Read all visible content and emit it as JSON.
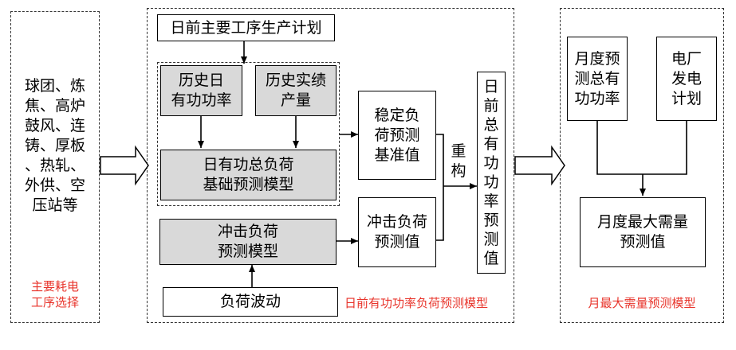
{
  "colors": {
    "label_red": "#e8342b",
    "module_gray": "#d9d9d9"
  },
  "left": {
    "processes": "球团、炼\n焦、高炉\n鼓风、连\n铸、厚板\n、热轧、\n外供、空\n压站等",
    "label": "主要耗电\n工序选择"
  },
  "middle": {
    "plan": "日前主要工序生产计划",
    "history_power": "历史日\n有功功率",
    "history_output": "历史实绩\n产量",
    "base_model": "日有功总负荷\n基础预测模型",
    "stable_value": "稳定负\n荷预测\n基准值",
    "impact_model": "冲击负荷\n预测模型",
    "impact_value": "冲击负荷\n预测值",
    "fluctuation": "负荷波动",
    "reconstruct": "重\n构",
    "total_value": "日\n前\n总\n有\n功\n功\n率\n预\n测\n值",
    "label": "日前有功功率负荷预测模型"
  },
  "right": {
    "monthly_forecast": "月度预\n测总有\n功功率",
    "plant_plan": "电厂\n发电\n计划",
    "max_demand_value": "月度最大需量\n预测值",
    "label": "月最大需量预测模型"
  }
}
